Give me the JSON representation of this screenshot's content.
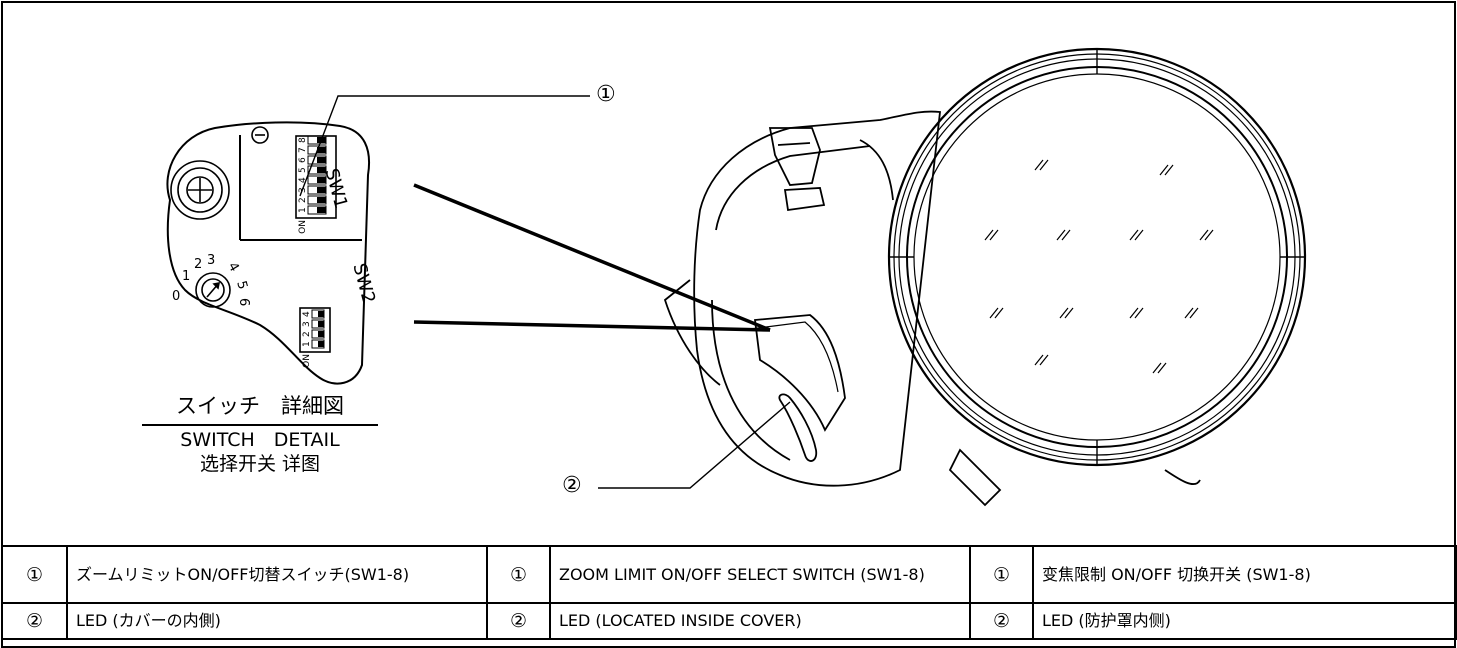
{
  "callouts": {
    "one": "①",
    "two": "②"
  },
  "switch_detail": {
    "sw1_label": "SW1",
    "sw2_label": "SW2",
    "sw1_numbers": [
      "1",
      "2",
      "3",
      "4",
      "5",
      "6",
      "7",
      "8"
    ],
    "sw2_numbers": [
      "1",
      "2",
      "3",
      "4"
    ],
    "on_label": "ON",
    "rotary_numbers": [
      "0",
      "1",
      "2",
      "3",
      "4",
      "5",
      "6"
    ],
    "caption_jp": "スイッチ　詳細図",
    "caption_en": "SWITCH　DETAIL",
    "caption_cn": "选择开关 详图"
  },
  "legend": {
    "rows": [
      {
        "num": "①",
        "jp": "ズームリミットON/OFF切替スイッチ(SW1-8)",
        "en": "ZOOM LIMIT ON/OFF SELECT SWITCH (SW1-8)",
        "cn": "变焦限制 ON/OFF 切换开关 (SW1-8)"
      },
      {
        "num": "②",
        "jp": "LED (カバーの内側)",
        "en": "LED (LOCATED INSIDE COVER)",
        "cn": "LED (防护罩内侧)"
      }
    ]
  },
  "colors": {
    "line": "#000000",
    "background": "#ffffff",
    "switch_fill": "#000000"
  }
}
